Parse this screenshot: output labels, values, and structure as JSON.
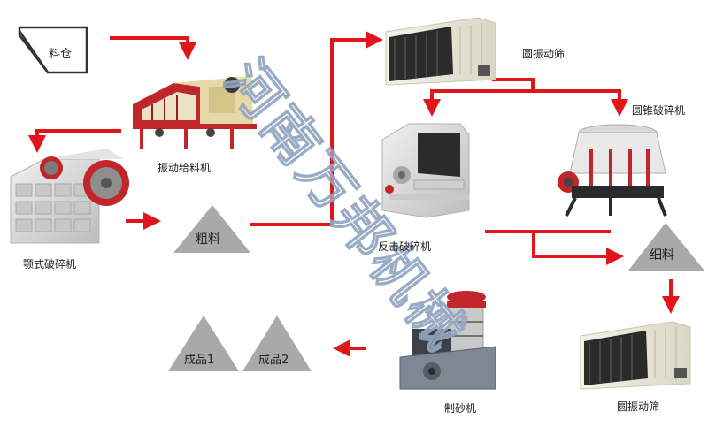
{
  "labels": {
    "hopper": "料仓",
    "feeder": "振动给料机",
    "jaw_crusher": "颚式破碎机",
    "coarse": "粗料",
    "screen_top": "圆振动筛",
    "cone_crusher": "圆锥破碎机",
    "impact_crusher": "反击破碎机",
    "fine": "细料",
    "screen_bottom": "圆振动筛",
    "sand_maker": "制砂机",
    "product1": "成品1",
    "product2": "成品2"
  },
  "watermark": "河南万邦机械",
  "colors": {
    "arrow": "#e0161b",
    "triangle": "#a9a9a9",
    "machine_body": "#ecead8",
    "frame_red": "#c0262a",
    "dark": "#2b2b2b"
  }
}
